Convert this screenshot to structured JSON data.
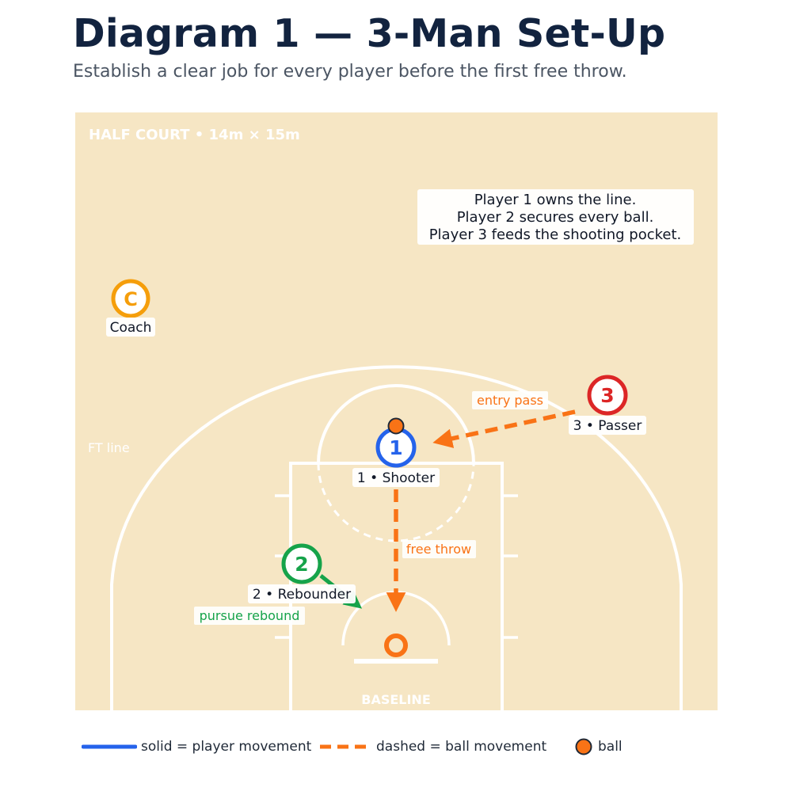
{
  "title": "Diagram 1 — 3-Man Set-Up",
  "subtitle": "Establish a clear job for every player before the first free throw.",
  "court": {
    "label": "HALF COURT • 14m × 15m",
    "ft_line_label": "FT line",
    "baseline_label": "BASELINE",
    "floor_color": "#f6e6c4",
    "line_color": "#ffffff"
  },
  "note": {
    "lines": [
      "Player 1 owns the line.",
      "Player 2 secures every ball.",
      "Player 3 feeds the shooting pocket."
    ]
  },
  "players": {
    "coach": {
      "marker": "C",
      "label": "Coach",
      "color": "#f59e0b"
    },
    "p1": {
      "marker": "1",
      "label": "1 • Shooter",
      "color": "#2563eb"
    },
    "p2": {
      "marker": "2",
      "label": "2 • Rebounder",
      "color": "#16a34a"
    },
    "p3": {
      "marker": "3",
      "label": "3 • Passer",
      "color": "#dc2626"
    }
  },
  "actions": {
    "entry_pass": "entry pass",
    "free_throw": "free throw",
    "pursue_rebound": "pursue rebound"
  },
  "ball_color": "#f97316",
  "legend": {
    "solid": "solid = player movement",
    "dashed": "dashed = ball movement",
    "ball": "ball"
  }
}
